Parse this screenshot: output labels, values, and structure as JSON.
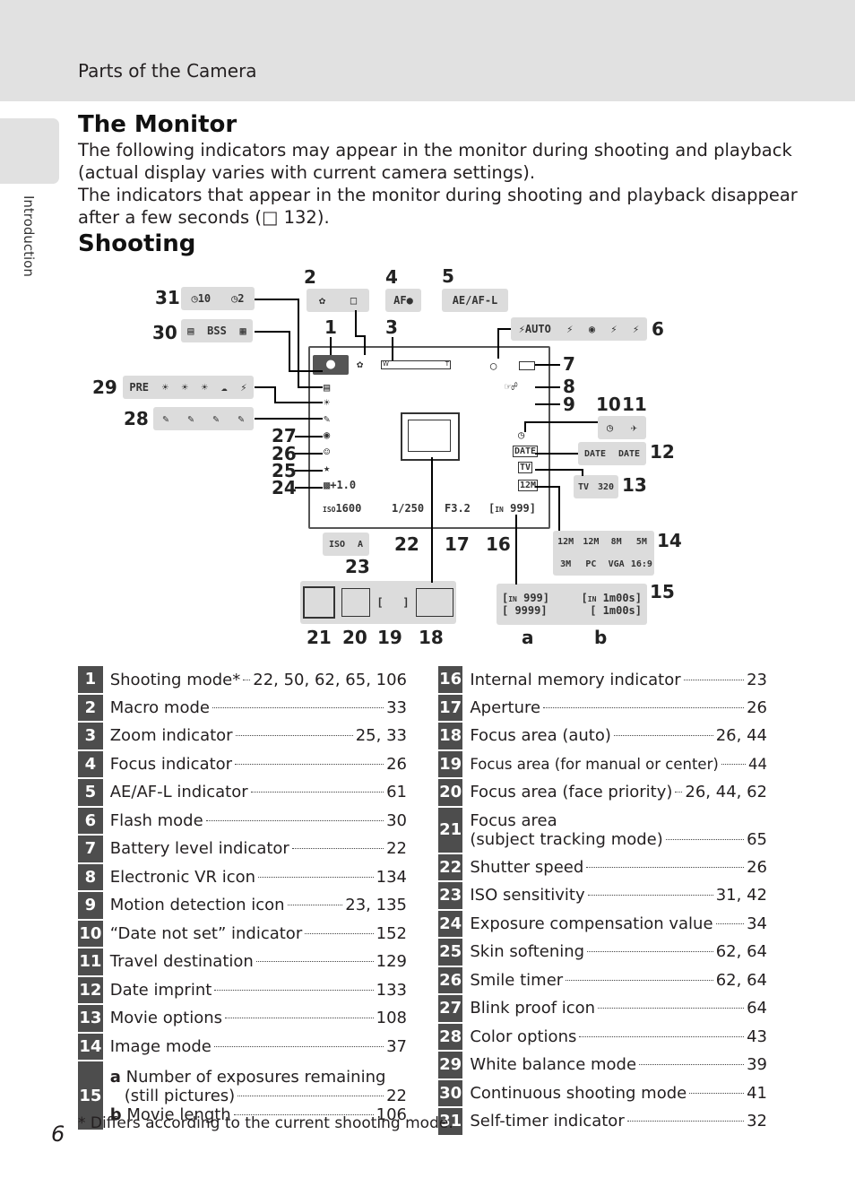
{
  "header": {
    "section": "Parts of the Camera"
  },
  "side_tab": "Introduction",
  "title": "The Monitor",
  "intro": [
    "The following indicators may appear in the monitor during shooting and playback",
    "(actual display varies with current camera settings).",
    "The indicators that appear in the monitor during shooting and playback disappear",
    "after a few seconds (□ 132)."
  ],
  "subtitle": "Shooting",
  "diagram": {
    "callouts": [
      "1",
      "2",
      "3",
      "4",
      "5",
      "6",
      "7",
      "8",
      "9",
      "10",
      "11",
      "12",
      "13",
      "14",
      "15",
      "16",
      "17",
      "18",
      "19",
      "20",
      "21",
      "22",
      "23",
      "24",
      "25",
      "26",
      "27",
      "28",
      "29",
      "30",
      "31",
      "a",
      "b"
    ],
    "readouts": {
      "iso": "1600",
      "shutter": "1/250",
      "aperture": "F3.2",
      "exposures": "999",
      "exposure_comp": "+1.0",
      "exposures_a1": "999",
      "exposures_a2": "9999",
      "movie_b1": "1m00s",
      "movie_b2": "1m00s",
      "flash_auto": "AUTO",
      "ae_af": "AE/AF-L",
      "image_modes": [
        "12M",
        "12M",
        "8M",
        "5M",
        "3M",
        "PC",
        "VGA",
        "16:9"
      ],
      "movie_opts": [
        "TV",
        "320"
      ],
      "date_opts": [
        "DATE",
        "DATE"
      ],
      "wb": "PRE",
      "bss": "BSS",
      "timer10": "10",
      "timer2": "2"
    }
  },
  "left_items": [
    {
      "num": "1",
      "label": "Shooting mode*",
      "pages": "22, 50, 62, 65, 106"
    },
    {
      "num": "2",
      "label": "Macro mode",
      "pages": "33"
    },
    {
      "num": "3",
      "label": "Zoom indicator",
      "pages": "25, 33"
    },
    {
      "num": "4",
      "label": "Focus indicator",
      "pages": "26"
    },
    {
      "num": "5",
      "label": "AE/AF-L indicator",
      "pages": "61"
    },
    {
      "num": "6",
      "label": "Flash mode",
      "pages": "30"
    },
    {
      "num": "7",
      "label": "Battery level indicator",
      "pages": "22"
    },
    {
      "num": "8",
      "label": "Electronic VR icon",
      "pages": "134"
    },
    {
      "num": "9",
      "label": "Motion detection icon",
      "pages": "23, 135"
    },
    {
      "num": "10",
      "label": "“Date not set” indicator",
      "pages": "152"
    },
    {
      "num": "11",
      "label": "Travel destination",
      "pages": "129"
    },
    {
      "num": "12",
      "label": "Date imprint",
      "pages": "133"
    },
    {
      "num": "13",
      "label": "Movie options",
      "pages": "108"
    },
    {
      "num": "14",
      "label": "Image mode",
      "pages": "37"
    }
  ],
  "item15": {
    "num": "15",
    "a_letter": "a",
    "a_label": "Number of exposures remaining",
    "a_label2": "(still pictures)",
    "a_pages": "22",
    "b_letter": "b",
    "b_label": "Movie length",
    "b_pages": "106"
  },
  "right_items": [
    {
      "num": "16",
      "label": "Internal memory indicator",
      "pages": "23"
    },
    {
      "num": "17",
      "label": "Aperture",
      "pages": "26"
    },
    {
      "num": "18",
      "label": "Focus area (auto)",
      "pages": "26, 44"
    },
    {
      "num": "19",
      "label": "Focus area (for manual or center)",
      "pages": "44"
    },
    {
      "num": "20",
      "label": "Focus area (face priority)",
      "pages": "26, 44, 62"
    },
    {
      "num": "21",
      "label": "Focus area",
      "label2": "(subject tracking mode)",
      "pages": "65"
    },
    {
      "num": "22",
      "label": "Shutter speed",
      "pages": "26"
    },
    {
      "num": "23",
      "label": "ISO sensitivity",
      "pages": "31, 42"
    },
    {
      "num": "24",
      "label": "Exposure compensation value",
      "pages": "34"
    },
    {
      "num": "25",
      "label": "Skin softening",
      "pages": "62, 64"
    },
    {
      "num": "26",
      "label": "Smile timer",
      "pages": "62, 64"
    },
    {
      "num": "27",
      "label": "Blink proof icon",
      "pages": "64"
    },
    {
      "num": "28",
      "label": "Color options",
      "pages": "43"
    },
    {
      "num": "29",
      "label": "White balance mode",
      "pages": "39"
    },
    {
      "num": "30",
      "label": "Continuous shooting mode",
      "pages": "41"
    },
    {
      "num": "31",
      "label": "Self-timer indicator",
      "pages": "32"
    }
  ],
  "footnote": "*   Differs according to the current shooting mode.",
  "page_number": "6"
}
